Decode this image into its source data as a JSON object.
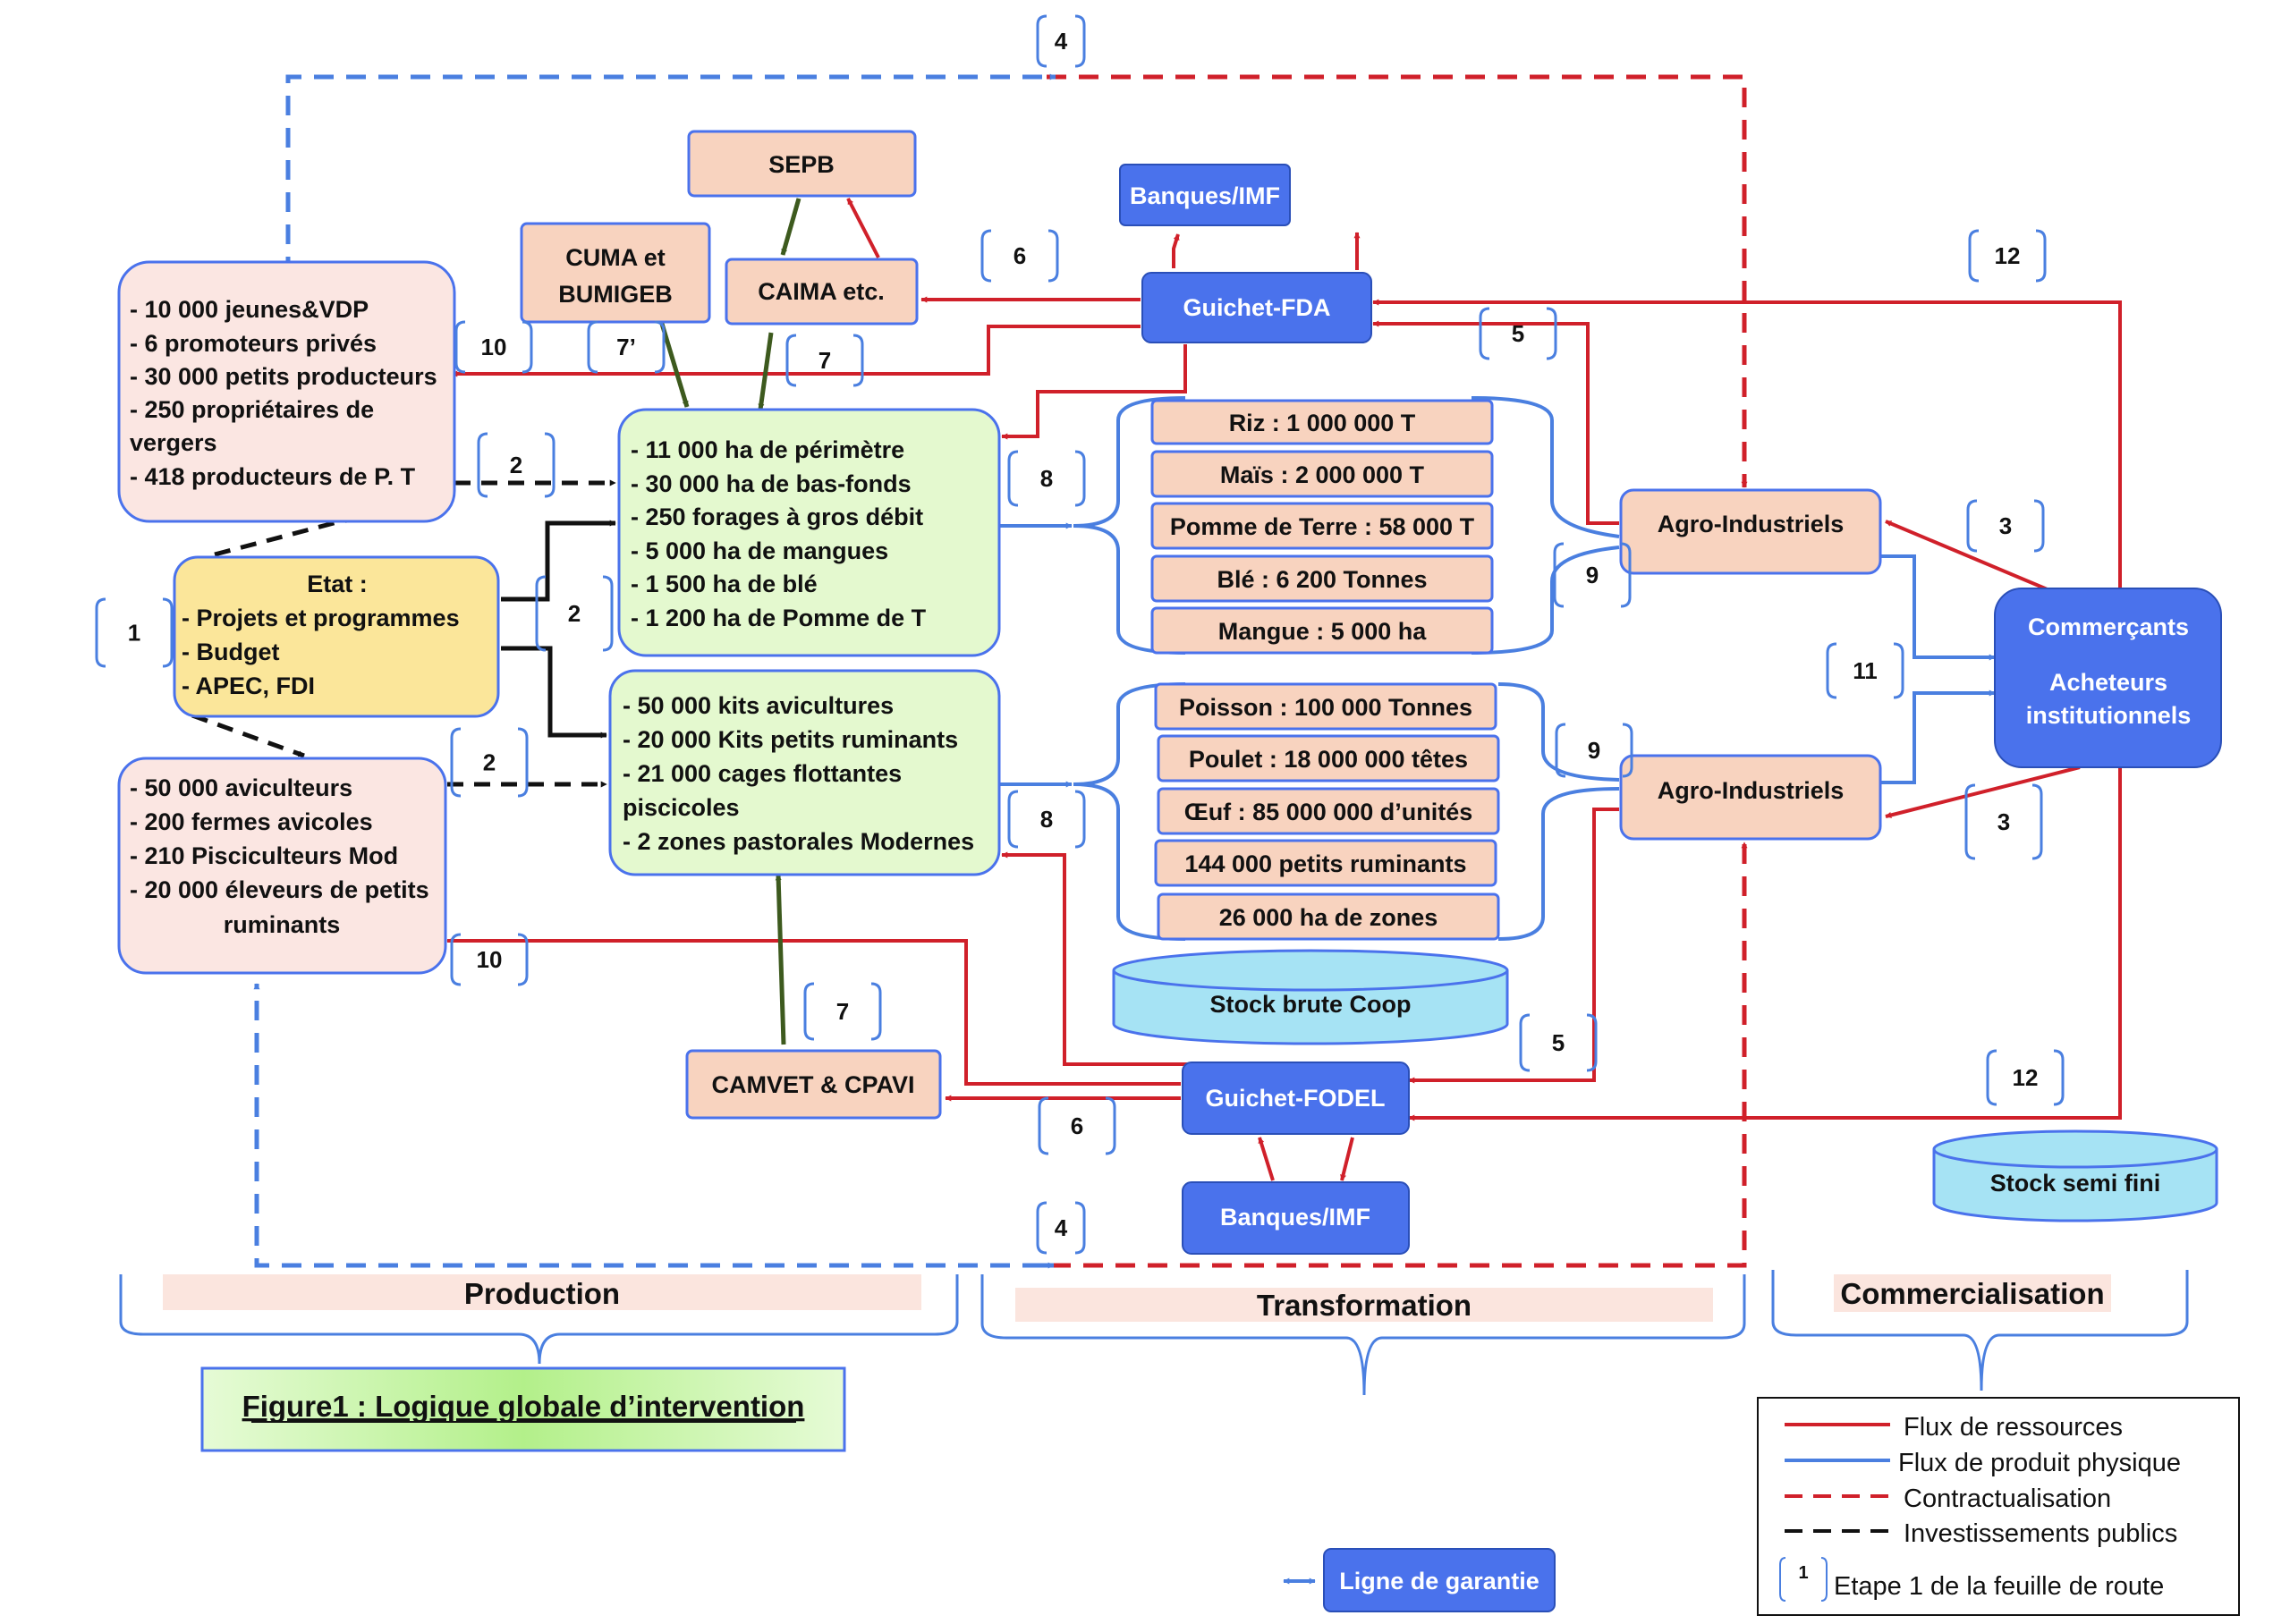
{
  "colors": {
    "red": "#d0202a",
    "blue": "#4a7fe0",
    "black": "#111111",
    "green": "#3d5a1e",
    "peach": "#f8d3bf",
    "pink": "#fbe6e2",
    "lightgreen": "#e4f9cf",
    "yellow": "#fbe69a",
    "nodeblue": "#4a72ec",
    "cyan": "#a6e3f4"
  },
  "boxes": {
    "sepb": "SEPB",
    "cuma": [
      "CUMA et",
      "BUMIGEB"
    ],
    "caima": "CAIMA etc.",
    "banques_top": "Banques/IMF",
    "guichet_fda": "Guichet-FDA",
    "producers_top": [
      "- 10 000 jeunes&VDP",
      "- 6 promoteurs privés",
      "- 30 000 petits producteurs",
      "- 250 propriétaires de",
      "vergers",
      "- 418 producteurs de P. T"
    ],
    "etat": [
      "Etat :",
      "- Projets et programmes",
      "- Budget",
      "- APEC, FDI"
    ],
    "producers_bottom": [
      "- 50 000 aviculteurs",
      "- 200 fermes avicoles",
      "- 210 Pisciculteurs Mod",
      "- 20 000 éleveurs de petits",
      "ruminants"
    ],
    "infra_top": [
      "- 11 000 ha de périmètre",
      "- 30 000 ha de bas-fonds",
      "- 250 forages à gros débit",
      "- 5 000 ha de mangues",
      "- 1 500 ha de blé",
      "- 1 200 ha de Pomme de T"
    ],
    "infra_bottom": [
      "- 50 000 kits avicultures",
      "- 20 000 Kits petits ruminants",
      "- 21 000 cages flottantes",
      "piscicoles",
      "- 2 zones pastorales Modernes"
    ],
    "crops": [
      "Riz : 1 000 000 T",
      "Maïs : 2 000 000 T",
      "Pomme de Terre : 58 000 T",
      "Blé : 6 200 Tonnes",
      "Mangue : 5 000 ha"
    ],
    "animals": [
      "Poisson : 100 000 Tonnes",
      "Poulet : 18 000 000  têtes",
      "Œuf : 85 000 000 d’unités",
      "144 000 petits ruminants",
      "26 000 ha de zones"
    ],
    "stock_brute": "Stock brute Coop",
    "agro_top": "Agro-Industriels",
    "agro_bottom": "Agro-Industriels",
    "commercants": [
      "Commerçants",
      "",
      "Acheteurs",
      "institutionnels"
    ],
    "stock_semi": "Stock semi fini",
    "camvet": "CAMVET & CPAVI",
    "guichet_fodel": "Guichet-FODEL",
    "banques_bottom": "Banques/IMF"
  },
  "steps": {
    "s4_top": "4",
    "s6_top": "6",
    "s12_top": "12",
    "s10_top": "10",
    "s7p": "7’",
    "s7_top": "7",
    "s5_top": "5",
    "s2_top": "2",
    "s8_top": "8",
    "s3_top": "3",
    "s1": "1",
    "s2_mid": "2",
    "s9_top": "9",
    "s11": "11",
    "s2_bot": "2",
    "s9_bot": "9",
    "s8_bot": "8",
    "s3_bot": "3",
    "s10_bot": "10",
    "s7_bot": "7",
    "s5_bot": "5",
    "s12_bot": "12",
    "s6_bot": "6",
    "s4_bot": "4"
  },
  "sections": {
    "production": "Production",
    "transformation": "Transformation",
    "commercialisation": "Commercialisation"
  },
  "figure_caption": "Figure1 : Logique globale d’intervention",
  "garantie": "Ligne de garantie",
  "legend": {
    "ressources": "Flux de ressources",
    "produit": "Flux de produit physique",
    "contractualisation": "Contractualisation",
    "investissements": "Investissements publics",
    "etape_num": "1",
    "etape": "Etape 1 de la feuille de route"
  }
}
